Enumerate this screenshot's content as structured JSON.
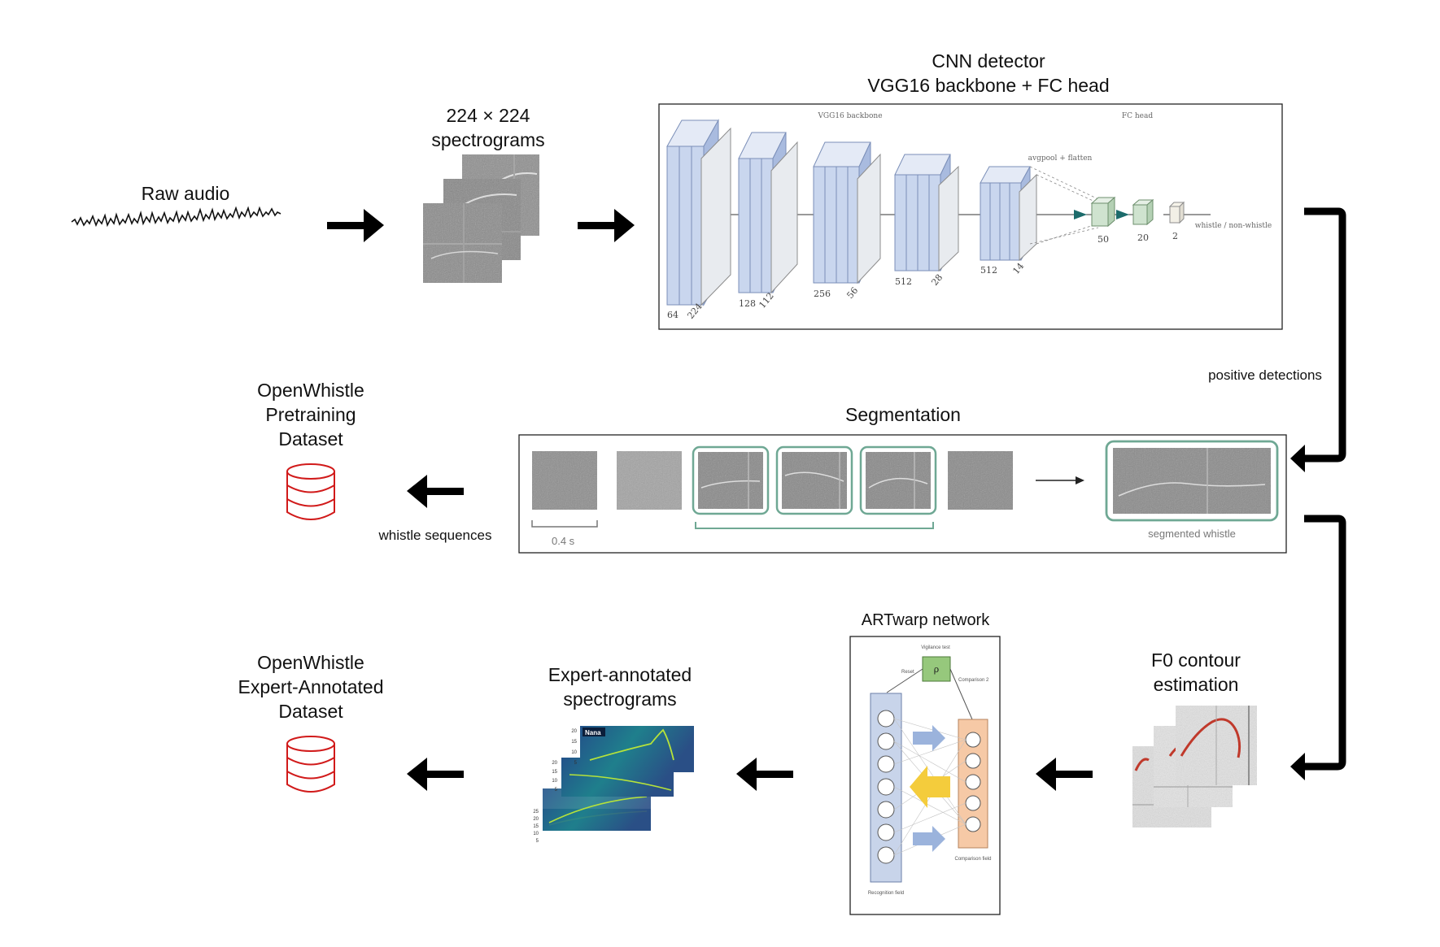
{
  "stages": {
    "raw_audio": "Raw audio",
    "spectrograms_line1": "224 × 224",
    "spectrograms_line2": "spectrograms",
    "cnn_line1": "CNN detector",
    "cnn_line2": "VGG16 backbone + FC head",
    "segmentation": "Segmentation",
    "pretraining_line1": "OpenWhistle",
    "pretraining_line2": "Pretraining",
    "pretraining_line3": "Dataset",
    "artwarp": "ARTwarp network",
    "f0_line1": "F0 contour",
    "f0_line2": "estimation",
    "expert_spec_line1": "Expert-annotated",
    "expert_spec_line2": "spectrograms",
    "expert_ds_line1": "OpenWhistle",
    "expert_ds_line2": "Expert-Annotated",
    "expert_ds_line3": "Dataset"
  },
  "edges": {
    "positive_detections": "positive detections",
    "whistle_sequences": "whistle sequences"
  },
  "cnn": {
    "backbone_label": "VGG16 backbone",
    "head_label": "FC head",
    "pool_label": "avgpool + flatten",
    "output_label": "whistle / non-whistle",
    "blocks": [
      {
        "channels": "64",
        "size": "224"
      },
      {
        "channels": "128",
        "size": "112"
      },
      {
        "channels": "256",
        "size": "56"
      },
      {
        "channels": "512",
        "size": "28"
      },
      {
        "channels": "512",
        "size": "14"
      }
    ],
    "fc": [
      "50",
      "20",
      "2"
    ]
  },
  "segmentation": {
    "scale_label": "0.4 s",
    "output_label": "segmented whistle"
  },
  "artwarp": {
    "vigilance": "Vigilance test",
    "rho": "ρ",
    "reset": "Reset",
    "comparison": "Comparison 2",
    "recognition": "Recognition field",
    "comparison_field": "Comparison field"
  },
  "expert": {
    "panel_label": "Nana",
    "ticks_a": [
      "20",
      "15",
      "10",
      "5"
    ],
    "ticks_b": [
      "20",
      "15",
      "10",
      "5"
    ],
    "ticks_c": [
      "25",
      "20",
      "15",
      "10",
      "5"
    ]
  },
  "colors": {
    "arrow": "#000000",
    "database": "#d11a1a",
    "vgg_blue": "#c9d6ee",
    "fc_green": "#cfe3cf",
    "seg_green": "#6fa894",
    "art_blue": "#c8d4ea",
    "art_orange": "#f6c9a6",
    "art_yellow": "#f4cc3c",
    "rho_green": "#96c87c"
  }
}
